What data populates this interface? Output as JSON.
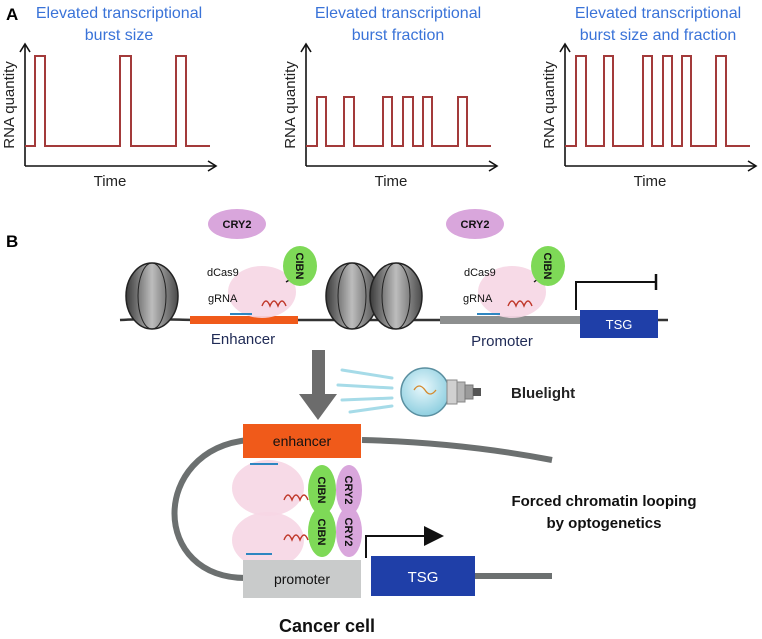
{
  "panel_a": {
    "label": "A",
    "plots": [
      {
        "title_line1": "Elevated transcriptional",
        "title_line2": "burst size",
        "ylabel": "RNA quantity",
        "xlabel": "Time"
      },
      {
        "title_line1": "Elevated transcriptional",
        "title_line2": "burst fraction",
        "ylabel": "RNA quantity",
        "xlabel": "Time"
      },
      {
        "title_line1": "Elevated transcriptional",
        "title_line2": "burst size and fraction",
        "ylabel": "RNA quantity",
        "xlabel": "Time"
      }
    ],
    "trace_color": "#a33a3a"
  },
  "panel_b": {
    "label": "B",
    "cry2": "CRY2",
    "cibn": "CIBN",
    "dcas9": "dCas9",
    "grna": "gRNA",
    "enhancer_label": "Enhancer",
    "promoter_label": "Promoter",
    "tsg": "TSG",
    "bluelight": "Bluelight",
    "enhancer_box": "enhancer",
    "promoter_box": "promoter",
    "looping_line1": "Forced chromatin looping",
    "looping_line2": "by optogenetics",
    "cancer_cell": "Cancer cell",
    "colors": {
      "cry2": "#d9a6dc",
      "cibn": "#7ed957",
      "enhancer": "#f05a1a",
      "tsg": "#1f3fa8",
      "promoter_box": "#c9cbcb",
      "dna": "#555a5a",
      "light": "#a6dbe8"
    }
  }
}
